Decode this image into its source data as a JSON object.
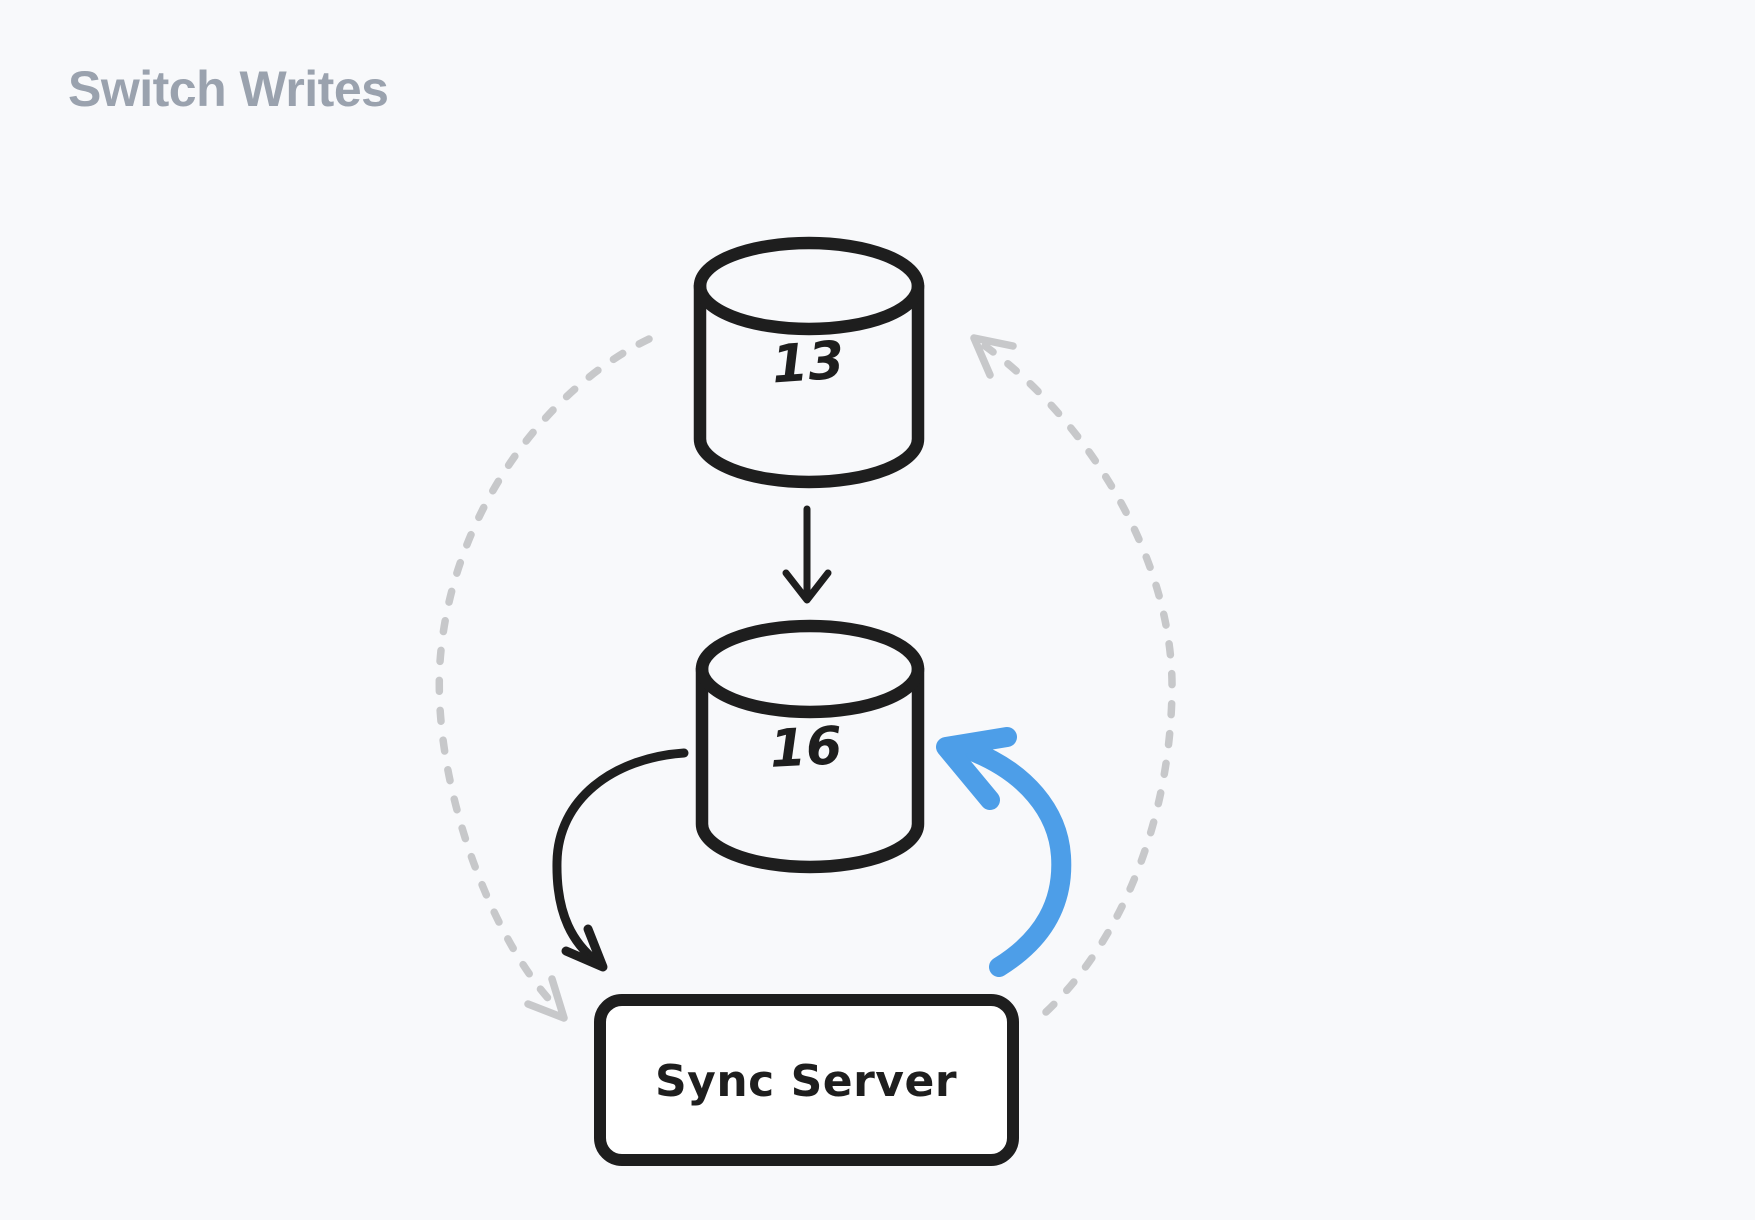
{
  "title": "Switch Writes",
  "colors": {
    "background": "#f8f9fb",
    "title": "#9aa2ae",
    "ink": "#1e1e1e",
    "blue": "#4d9ee8",
    "dashed": "#c7c8ca",
    "node_fill": "#ffffff"
  },
  "diagram": {
    "nodes": [
      {
        "id": "db-top",
        "type": "cylinder",
        "label": "13"
      },
      {
        "id": "db-middle",
        "type": "cylinder",
        "label": "16"
      },
      {
        "id": "sync-server",
        "type": "rounded-box",
        "label": "Sync Server"
      }
    ],
    "edges": [
      {
        "from": "db-top",
        "to": "db-middle",
        "style": "solid-straight",
        "color": "#1e1e1e"
      },
      {
        "from": "db-middle",
        "to": "sync-server",
        "style": "solid-curved",
        "color": "#1e1e1e"
      },
      {
        "from": "sync-server",
        "to": "db-middle",
        "style": "thick-curved",
        "color": "#4d9ee8"
      },
      {
        "from": "db-top",
        "to": "sync-server",
        "style": "dashed-curved",
        "color": "#c7c8ca"
      },
      {
        "from": "sync-server",
        "to": "db-top",
        "style": "dashed-curved",
        "color": "#c7c8ca"
      }
    ]
  }
}
